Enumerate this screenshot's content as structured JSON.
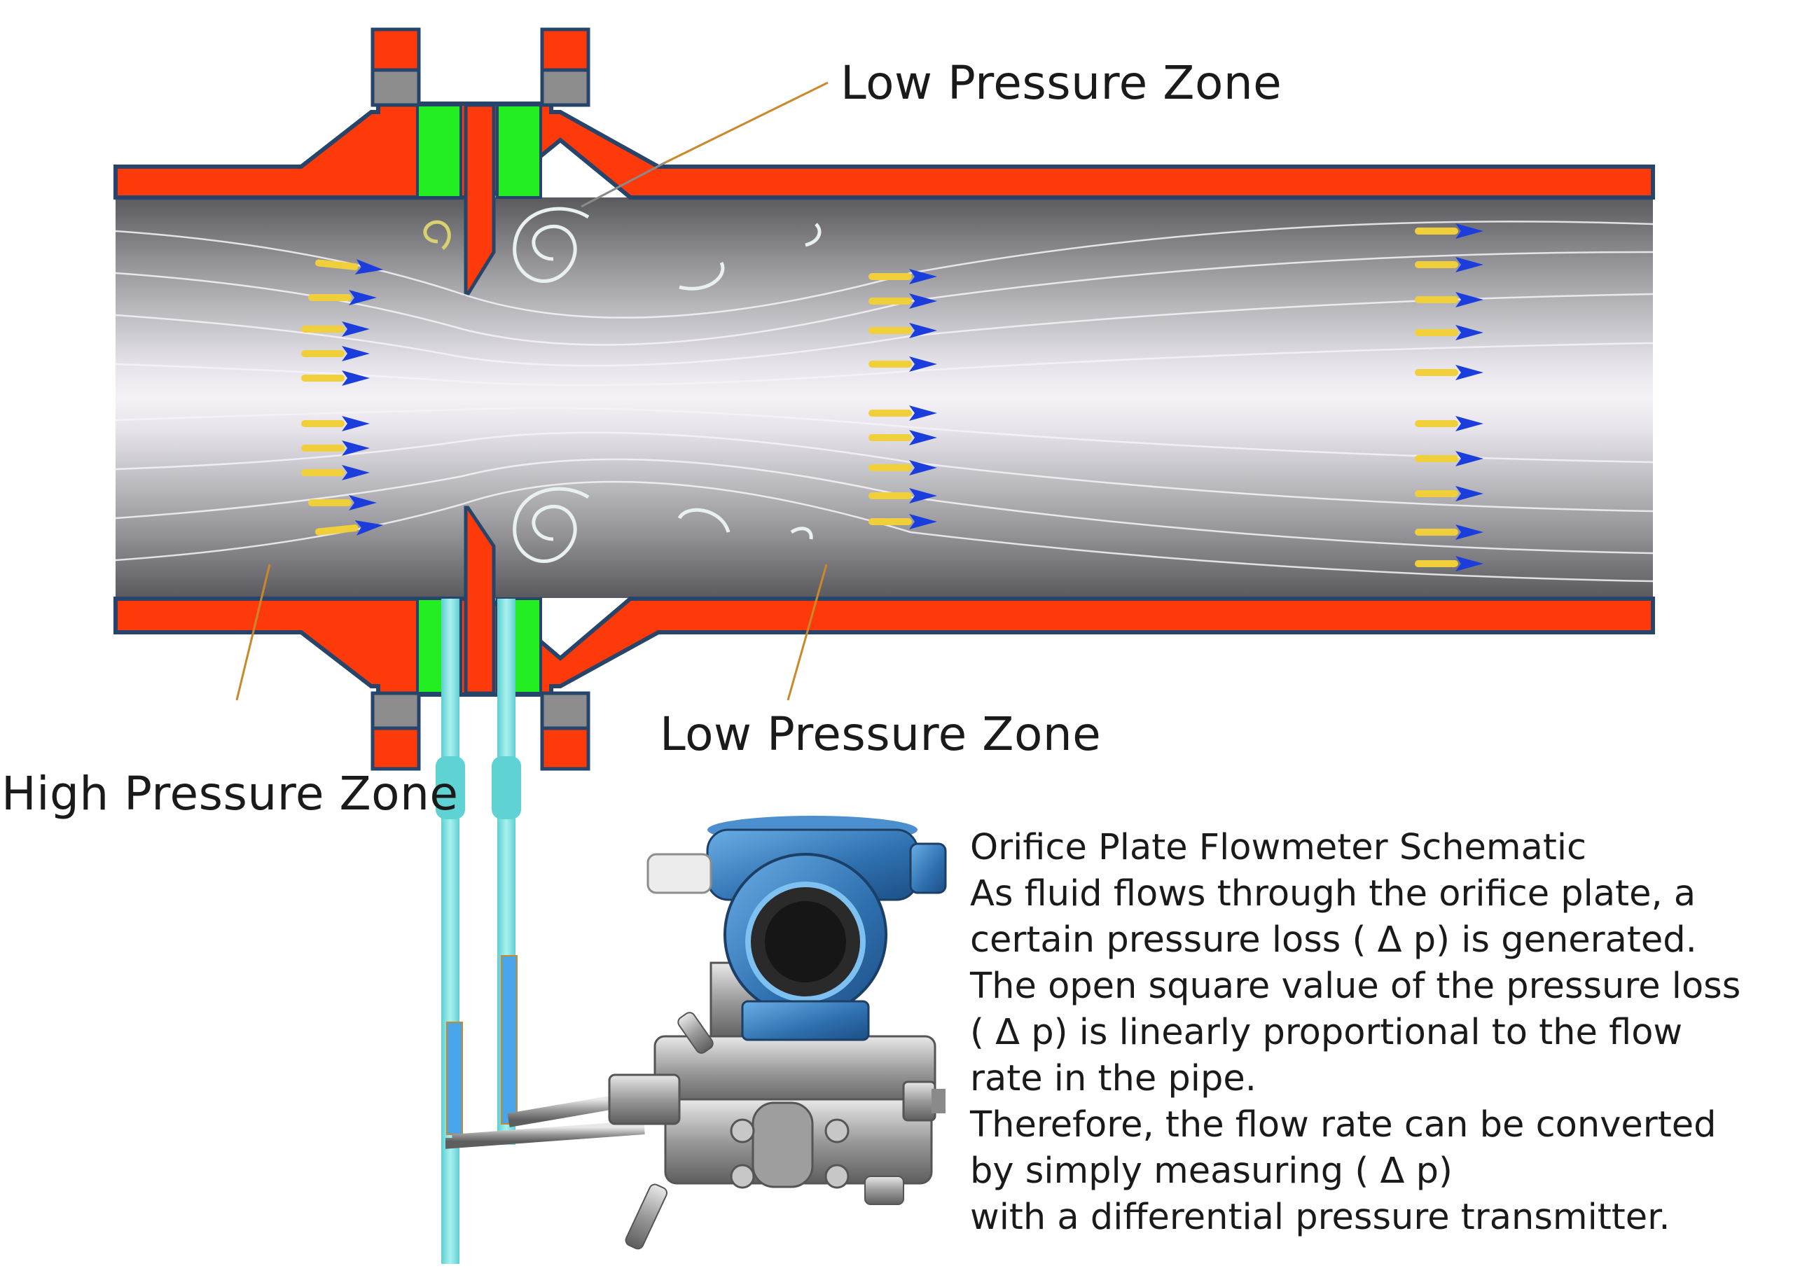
{
  "labels": {
    "low_pressure_top": "Low Pressure Zone",
    "low_pressure_bottom": "Low Pressure Zone",
    "high_pressure": "High Pressure Zone"
  },
  "description": {
    "title": "Orifice Plate Flowmeter Schematic",
    "lines": [
      "As fluid flows through the orifice plate, a",
      "certain pressure loss ( Δ p) is generated.",
      "The open square value of the pressure loss",
      " ( Δ p) is linearly proportional to the flow",
      "rate in the pipe.",
      "Therefore, the flow rate can be converted",
      "by simply measuring ( Δ p)",
      "with a differential pressure transmitter."
    ]
  },
  "colors": {
    "pipe_wall": "#ff3a0a",
    "pipe_outline": "#27456a",
    "flange_gasket": "#22ee22",
    "flange_bolt": "#8d8d8d",
    "arrow_tail": "#f0cf3a",
    "arrow_head": "#1a3ddb",
    "impulse_tube": "#7de3e3",
    "transmitter_housing": "#3f86c7",
    "leader_line": "#c9892a"
  },
  "icons": {
    "transmitter": "differential-pressure-transmitter",
    "vortex": "swirl-icon",
    "flow_arrow": "flow-arrow-icon"
  }
}
